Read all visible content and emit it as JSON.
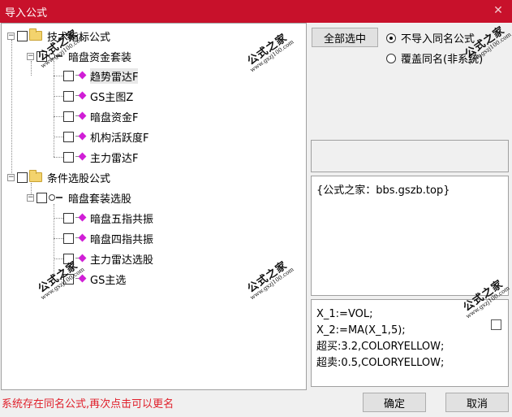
{
  "window": {
    "title": "导入公式",
    "close_glyph": "✕"
  },
  "tree": {
    "groups": [
      {
        "label": "技术指标公式",
        "subgroups": [
          {
            "label": "暗盘资金套装",
            "items": [
              "趋势雷达F",
              "GS主图Z",
              "暗盘资金F",
              "机构活跃度F",
              "主力雷达F"
            ]
          }
        ]
      },
      {
        "label": "条件选股公式",
        "subgroups": [
          {
            "label": "暗盘套装选股",
            "items": [
              "暗盘五指共振",
              "暗盘四指共振",
              "主力雷达选股",
              "GS主选"
            ]
          }
        ]
      }
    ],
    "expander_glyph": "−"
  },
  "options": {
    "select_all_label": "全部选中",
    "radio_skip_label": "不导入同名公式",
    "radio_overwrite_label": "覆盖同名(非系统)",
    "selected": "skip"
  },
  "description": "{公式之家：bbs.gszb.top}",
  "code_lines": [
    "X_1:=VOL;",
    "X_2:=MA(X_1,5);",
    "超买:3.2,COLORYELLOW;",
    "超卖:0.5,COLORYELLOW;"
  ],
  "status_text": "系统存在同名公式,再次点击可以更名",
  "buttons": {
    "ok": "确定",
    "cancel": "取消"
  },
  "watermark": {
    "main": "公式之家",
    "sub": "www.gszj100.com"
  }
}
